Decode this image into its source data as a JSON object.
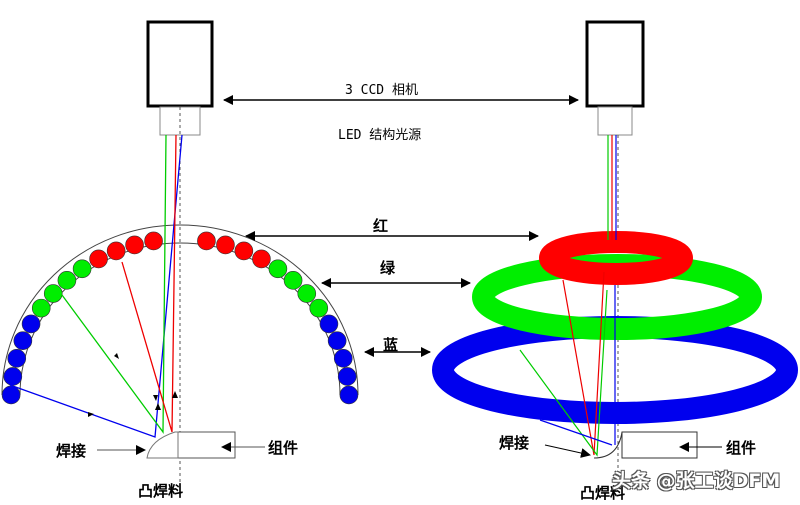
{
  "labels": {
    "camera": "3 CCD 相机",
    "light_source": "LED 结构光源",
    "red": "红",
    "green": "绿",
    "blue": "蓝",
    "weld_left": "焊接",
    "component_left": "组件",
    "bump_left": "凸焊料",
    "weld_right": "焊接",
    "component_right": "组件",
    "bump_right": "凸焊料"
  },
  "watermark": "头条 @张工谈DFM",
  "colors": {
    "red": "#ff0000",
    "green": "#00ee00",
    "blue": "#0000ee"
  },
  "led_rows": {
    "red": 4,
    "green": 4,
    "blue": 5
  }
}
